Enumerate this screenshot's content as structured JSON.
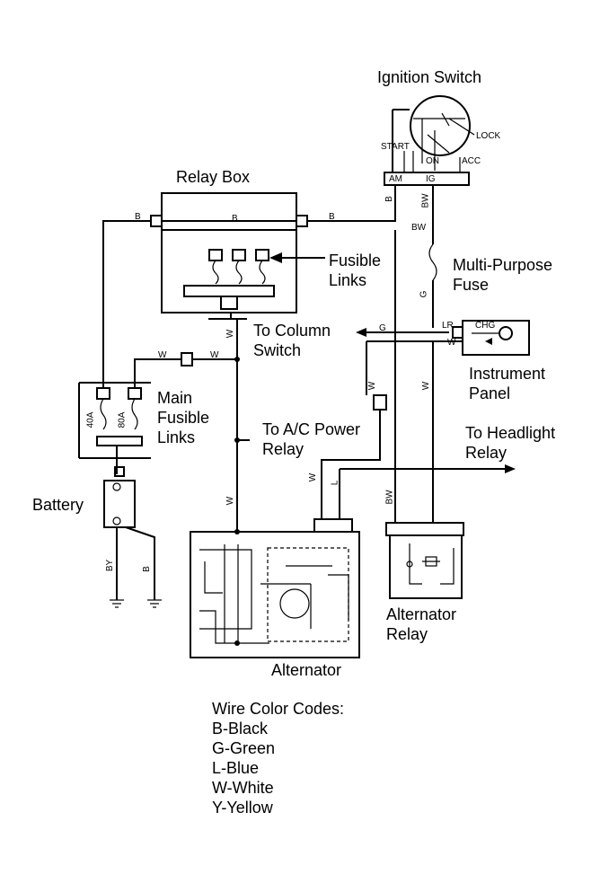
{
  "components": {
    "ignition_switch": "Ignition Switch",
    "relay_box": "Relay Box",
    "fusible_links": [
      "Fusible",
      "Links"
    ],
    "multi_purpose_fuse": [
      "Multi-Purpose",
      "Fuse"
    ],
    "to_column_switch": [
      "To Column",
      "Switch"
    ],
    "instrument_panel": [
      "Instrument",
      "Panel"
    ],
    "main_fusible_links": [
      "Main",
      "Fusible",
      "Links"
    ],
    "to_ac_power_relay": [
      "To A/C Power",
      "Relay"
    ],
    "to_headlight_relay": [
      "To Headlight",
      "Relay"
    ],
    "battery": "Battery",
    "alternator": "Alternator",
    "alternator_relay": [
      "Alternator",
      "Relay"
    ]
  },
  "small_labels": {
    "start": "START",
    "lock": "LOCK",
    "on": "ON",
    "acc": "ACC",
    "am": "AM",
    "ig": "IG",
    "chg": "CHG",
    "fuse_40a": "40A",
    "fuse_80a": "80A",
    "lr": "LR"
  },
  "wire_codes": {
    "b": "B",
    "bw": "BW",
    "w": "W",
    "g": "G",
    "l": "L",
    "by": "BY"
  },
  "legend": {
    "title": "Wire Color Codes:",
    "items": [
      "B-Black",
      "G-Green",
      "L-Blue",
      "W-White",
      "Y-Yellow"
    ]
  }
}
